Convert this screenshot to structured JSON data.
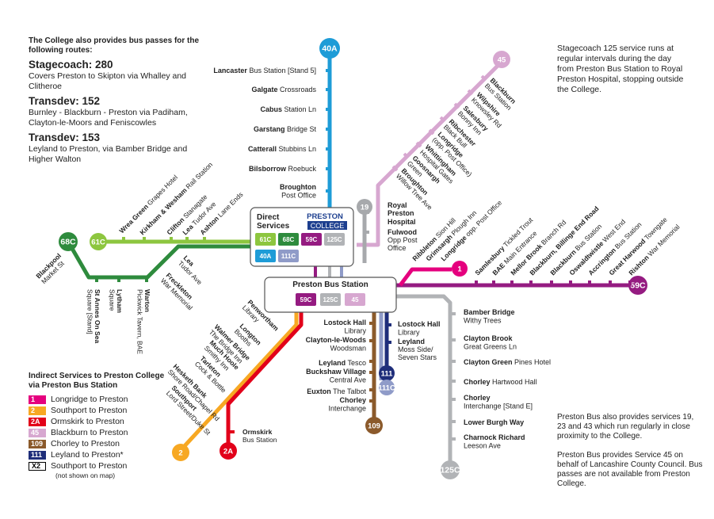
{
  "colors": {
    "40A": "#1e9cd7",
    "45": "#d7a7d0",
    "68C": "#2e8b3d",
    "61C": "#8dc63f",
    "59C": "#951b81",
    "1": "#e5007e",
    "19": "#a7a9ac",
    "125C": "#b1b3b6",
    "109": "#8b5a2b",
    "111": "#1f2e7a",
    "111C": "#8f9bc8",
    "2": "#f7a823",
    "2A": "#e2001a"
  },
  "top_left_info": {
    "intro": "The College also provides bus passes for the following routes:",
    "routes": [
      {
        "name": "Stagecoach: 280",
        "desc": "Covers Preston to Skipton via Whalley and Clitheroe"
      },
      {
        "name": "Transdev: 152",
        "desc": "Burnley - Blackburn - Preston via Padiham, Clayton-le-Moors and Feniscowles"
      },
      {
        "name": "Transdev: 153",
        "desc": "Leyland to Preston, via Bamber Bridge and Higher Walton"
      }
    ]
  },
  "top_right_info": "Stagecoach 125 service runs at regular intervals during the day from Preston Bus Station to Royal Preston Hospital, stopping outside the College.",
  "bottom_right_info": [
    "Preston Bus also provides services 19, 23 and 43 which run regularly in close proximity to the College.",
    "Preston Bus provides Service 45 on behalf of Lancashire County Council. Bus passes are not available from Preston College."
  ],
  "legend": {
    "title": "Indirect Services to Preston College via Preston Bus Station",
    "items": [
      {
        "code": "1",
        "label": "Longridge to Preston",
        "color": "#e5007e",
        "text_color": "#ffffff"
      },
      {
        "code": "2",
        "label": "Southport to Preston",
        "color": "#f7a823",
        "text_color": "#ffffff"
      },
      {
        "code": "2A",
        "label": "Ormskirk to Preston",
        "color": "#e2001a",
        "text_color": "#ffffff"
      },
      {
        "code": "45",
        "label": "Blackburn to Preston",
        "color": "#d7a7d0",
        "text_color": "#ffffff"
      },
      {
        "code": "109",
        "label": "Chorley to Preston",
        "color": "#8b5a2b",
        "text_color": "#ffffff"
      },
      {
        "code": "111",
        "label": "Leyland to Preston*",
        "color": "#1f2e7a",
        "text_color": "#ffffff"
      },
      {
        "code": "X2",
        "label": "Southport to Preston",
        "color": "#ffffff",
        "text_color": "#000000"
      }
    ],
    "footnote": "(not shown on map)"
  },
  "direct_box": {
    "title": "Direct Services",
    "college_name": "PRESTON",
    "college_sub": "COLLEGE",
    "badges": [
      "61C",
      "68C",
      "59C",
      "125C",
      "40A",
      "111C"
    ]
  },
  "bus_station_box": {
    "title": "Preston Bus Station",
    "badges": [
      "59C",
      "125C",
      "45"
    ]
  },
  "route_endpoints": [
    "40A",
    "45",
    "19",
    "68C",
    "61C",
    "1",
    "59C",
    "2",
    "2A",
    "109",
    "111",
    "111C",
    "125C"
  ],
  "stops_40A": [
    {
      "bold": "Lancaster",
      "rest": "Bus Station [Stand 5]"
    },
    {
      "bold": "Galgate",
      "rest": "Crossroads"
    },
    {
      "bold": "Cabus",
      "rest": "Station Ln"
    },
    {
      "bold": "Garstang",
      "rest": "Bridge St"
    },
    {
      "bold": "Catterall",
      "rest": "Stubbins Ln"
    },
    {
      "bold": "Bilsborrow",
      "rest": "Roebuck"
    },
    {
      "bold": "Broughton",
      "rest": "Post Office"
    }
  ],
  "stops_19": [
    {
      "bold": "Royal Preston Hospital",
      "rest": ""
    },
    {
      "bold": "Fulwood",
      "rest": "Opp Post Office"
    }
  ],
  "stops_45": [
    {
      "bold": "Blackburn",
      "rest": "Bus Station"
    },
    {
      "bold": "Wilpshire",
      "rest": "Knowsley Rd"
    },
    {
      "bold": "Salesbury",
      "rest": "Bonny Inn"
    },
    {
      "bold": "Ribchester",
      "rest": "Black Bull"
    },
    {
      "bold": "Longridge",
      "rest": "(opp. Post Office)"
    },
    {
      "bold": "Whittingham",
      "rest": "Hospital Gates"
    },
    {
      "bold": "Goosnargh",
      "rest": "Green"
    },
    {
      "bold": "Broughton",
      "rest": "Willow Tree Ave"
    }
  ],
  "stops_1": [
    {
      "bold": "Ribbleton",
      "rest": "Sion Hill"
    },
    {
      "bold": "Grimsargh",
      "rest": "Plough Inn"
    },
    {
      "bold": "Longridge",
      "rest": "opp. Post Office"
    }
  ],
  "stops_59C": [
    {
      "bold": "Samlesbury",
      "rest": "Tickled Trout"
    },
    {
      "bold": "BAE",
      "rest": "Main Entrance"
    },
    {
      "bold": "Mellor Brook",
      "rest": "Branch Rd"
    },
    {
      "bold": "Blackburn, Billinge End Road",
      "rest": ""
    },
    {
      "bold": "Blackburn",
      "rest": "Bus Station"
    },
    {
      "bold": "Oswaldtwistle",
      "rest": "West End"
    },
    {
      "bold": "Accrington",
      "rest": "Bus Station"
    },
    {
      "bold": "Great Harwood",
      "rest": "Towngate"
    },
    {
      "bold": "Rishton",
      "rest": "War Memorial"
    }
  ],
  "stops_61C_upper": [
    {
      "bold": "Wrea Green",
      "rest": "Grapes Hotel"
    },
    {
      "bold": "Kirkham & Wesham",
      "rest": "Rail Station"
    },
    {
      "bold": "Clifton",
      "rest": "Stanagate"
    },
    {
      "bold": "Lea",
      "rest": "Tudor Ave"
    },
    {
      "bold": "Ashton",
      "rest": "Lane Ends"
    }
  ],
  "stops_68C_lower": [
    {
      "bold": "Blackpool",
      "rest": "Market St"
    },
    {
      "bold": "St Annes On Sea",
      "rest": "Square [Stand]"
    },
    {
      "bold": "Lytham",
      "rest": "Square"
    },
    {
      "bold": "Warton",
      "rest": "Pickwick Tavern, BAE"
    },
    {
      "bold": "Freckleton",
      "rest": "War Memorial"
    },
    {
      "bold": "Lea",
      "rest": "Tudor Ave"
    }
  ],
  "stops_2": [
    {
      "bold": "Penwortham",
      "rest": "Library"
    },
    {
      "bold": "Longton",
      "rest": "Booths"
    },
    {
      "bold": "Walmer Bridge",
      "rest": "The Bridge Inn"
    },
    {
      "bold": "Much Hoole",
      "rest": "Smithy Inn"
    },
    {
      "bold": "Tarleton",
      "rest": "Cock & Bottle"
    },
    {
      "bold": "Hesketh Bank",
      "rest": "Shore Road/Chapel Rd"
    },
    {
      "bold": "Southport",
      "rest": "Lord Street/Duke St"
    }
  ],
  "stops_2A": [
    {
      "bold": "Ormskirk",
      "rest": "Bus Station"
    }
  ],
  "stops_109": [
    {
      "bold": "Lostock Hall",
      "rest": "Library"
    },
    {
      "bold": "Clayton-le-Woods",
      "rest": "Woodsman"
    },
    {
      "bold": "Leyland",
      "rest": "Tesco"
    },
    {
      "bold": "Buckshaw Village",
      "rest": "Central Ave"
    },
    {
      "bold": "Euxton",
      "rest": "The Talbot"
    },
    {
      "bold": "Chorley",
      "rest": "Interchange"
    }
  ],
  "stops_111": [
    {
      "bold": "Lostock Hall",
      "rest": "Library"
    },
    {
      "bold": "Leyland",
      "rest": "Moss Side/ Seven Stars"
    }
  ],
  "stops_125C": [
    {
      "bold": "Bamber Bridge",
      "rest": "Withy Trees"
    },
    {
      "bold": "Clayton Brook",
      "rest": "Great Greens Ln"
    },
    {
      "bold": "Clayton Green",
      "rest": "Pines Hotel"
    },
    {
      "bold": "Chorley",
      "rest": "Hartwood Hall"
    },
    {
      "bold": "Chorley",
      "rest": "Interchange [Stand E]"
    },
    {
      "bold": "Lower Burgh Way",
      "rest": ""
    },
    {
      "bold": "Charnock Richard",
      "rest": "Leeson Ave"
    }
  ]
}
